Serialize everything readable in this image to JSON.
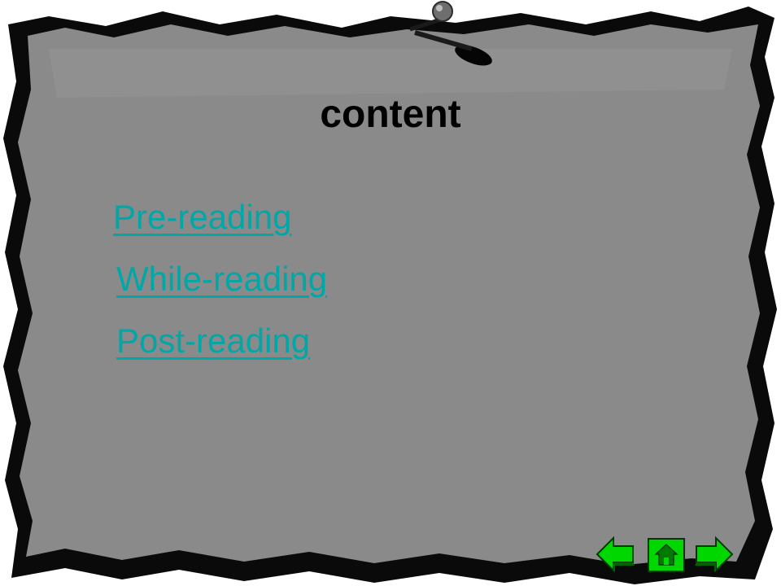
{
  "slide": {
    "title": "content",
    "links": [
      {
        "label": "Pre-reading"
      },
      {
        "label": "While-reading"
      },
      {
        "label": "Post-reading"
      }
    ]
  },
  "navigation": {
    "prev_icon": "arrow-left-icon",
    "home_icon": "home-icon",
    "next_icon": "arrow-right-icon"
  },
  "colors": {
    "board": "#8a8a8a",
    "board_edge": "#000000",
    "link": "#00a7a7",
    "nav_green": "#00d700"
  }
}
